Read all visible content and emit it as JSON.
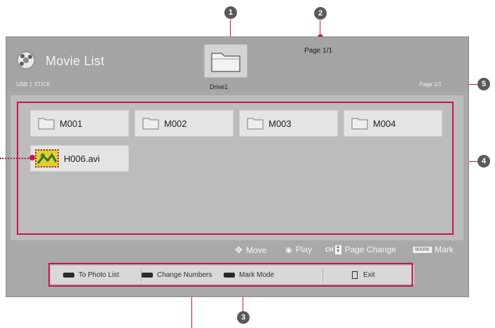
{
  "callouts": [
    "1",
    "2",
    "3",
    "4",
    "5"
  ],
  "header": {
    "title": "Movie List",
    "source": "USB 1 XTICK",
    "page_top": "Page 1/1",
    "page_right": "Page 1/1",
    "drive_label": "Drive1"
  },
  "items": [
    {
      "name": "M001",
      "icon": "folder-icon"
    },
    {
      "name": "M002",
      "icon": "folder-icon"
    },
    {
      "name": "M003",
      "icon": "folder-icon"
    },
    {
      "name": "M004",
      "icon": "folder-icon"
    },
    {
      "name": "H006.avi",
      "icon": "movie-thumbnail"
    }
  ],
  "hints": {
    "move": "Move",
    "play": "Play",
    "ch_key": "CH",
    "page_change": "Page Change",
    "mark_key": "MARK",
    "mark": "Mark"
  },
  "buttons": {
    "to_photo_list": "To Photo List",
    "change_numbers": "Change Numbers",
    "mark_mode": "Mark Mode",
    "exit": "Exit"
  },
  "colors": {
    "accent": "#c8144f",
    "screen_bg": "#a9a9a9",
    "item_bg": "#e4e4e4"
  }
}
